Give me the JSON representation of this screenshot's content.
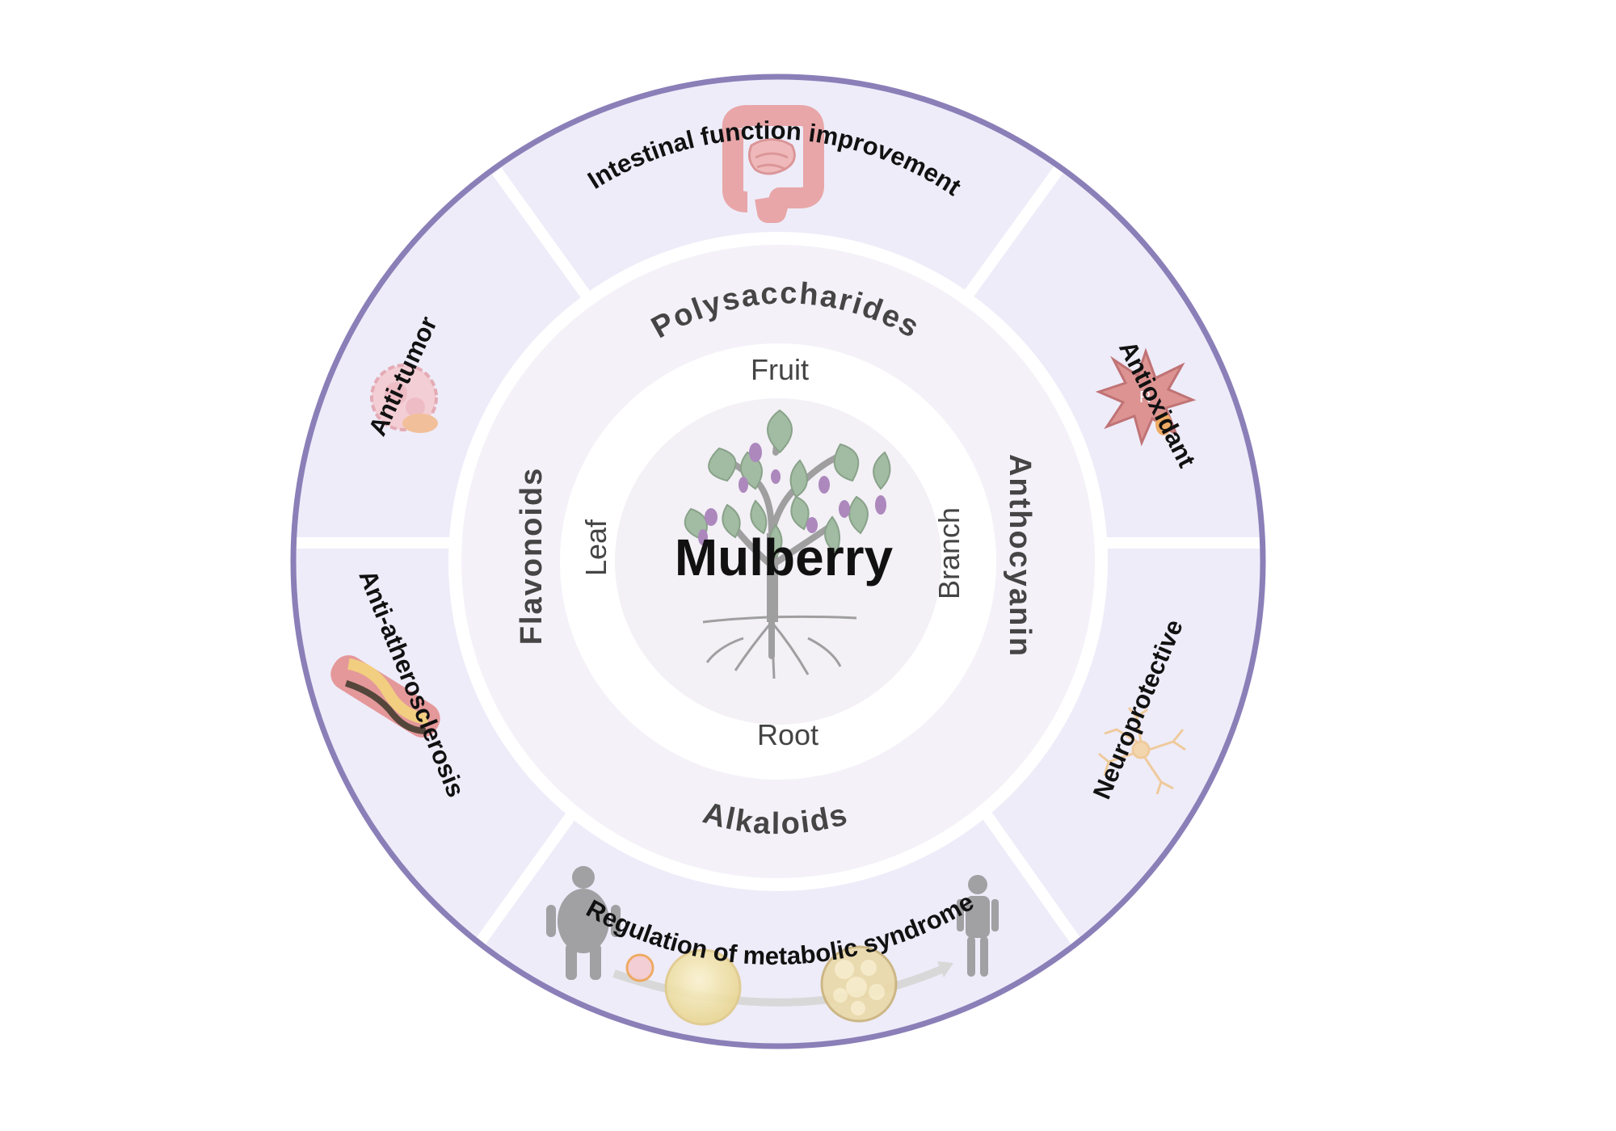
{
  "center": {
    "title": "Mulberry"
  },
  "plant_parts": {
    "top": "Fruit",
    "left": "Leaf",
    "right": "Branch",
    "bottom": "Root"
  },
  "components": {
    "top": "Polysaccharides",
    "left": "Flavonoids",
    "right": "Anthocyanin",
    "bottom": "Alkaloids"
  },
  "effects": {
    "intestinal": "Intestinal function improvement",
    "antioxidant": "Antioxidant",
    "neuroprotective": "Neuroprotective",
    "metabolic": "Regulation of metabolic syndrome",
    "atherosclerosis": "Anti-atherosclerosis",
    "antitumor": "Anti-tumor"
  },
  "icons": {
    "intestine": "intestine-icon",
    "free_radical": "free-radical-icon",
    "neuron": "neuron-icon",
    "obese_person": "obese-person-icon",
    "slim_person": "slim-person-icon",
    "fat_cell": "fat-cell-icon",
    "artery_plaque": "artery-plaque-icon",
    "tumor": "tumor-icon",
    "tree": "mulberry-tree-icon"
  },
  "colors": {
    "outer_ring_stroke": "#8b7fb8",
    "outer_segment_fill": "#eeecf9",
    "middle_ring_fill": "#f4f1f8",
    "inner_disc_fill": "#f3f0f6",
    "leaf_green": "#8fb08f",
    "berry_purple": "#9b6fb0"
  }
}
